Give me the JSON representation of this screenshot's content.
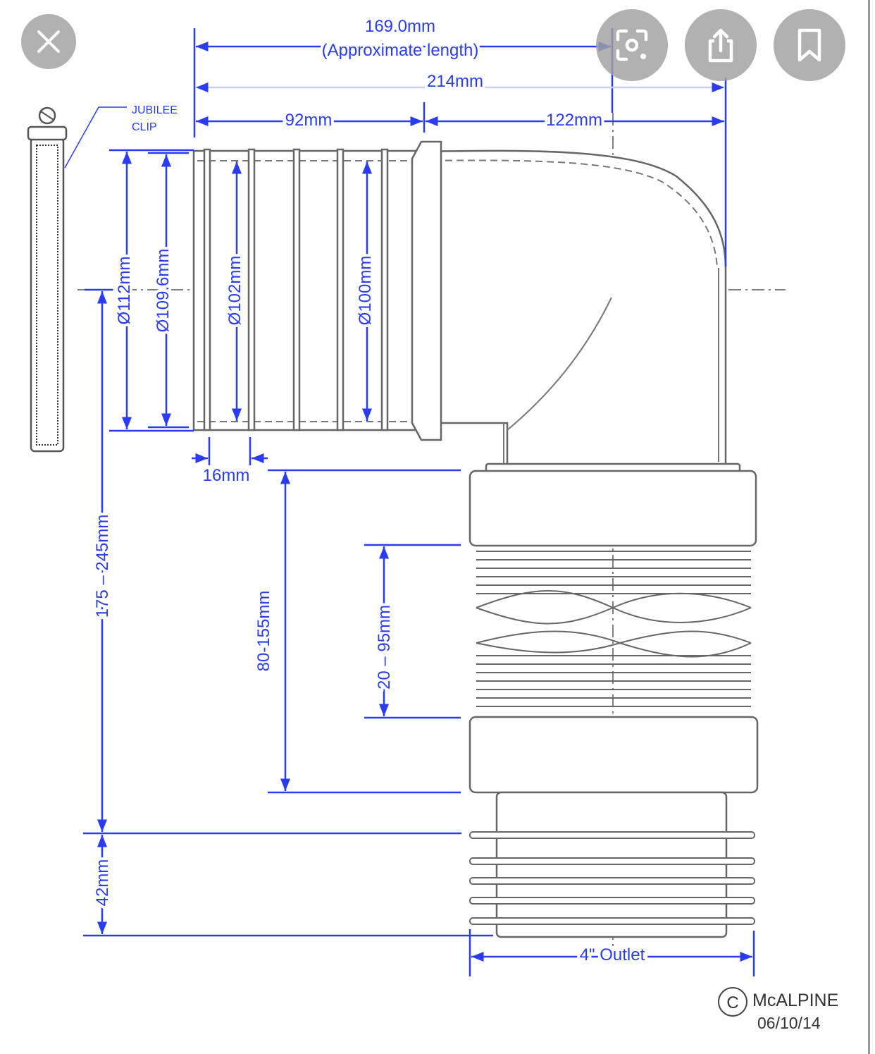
{
  "viewer": {
    "close_icon": "close-icon",
    "lens_icon": "lens-search-icon",
    "share_icon": "share-icon",
    "bookmark_icon": "bookmark-icon"
  },
  "drawing": {
    "colors": {
      "dimension": "#2a3cf2",
      "outline": "#666666"
    },
    "labels": {
      "length_approx_value": "169.0mm",
      "length_approx_note": "(Approximate length)",
      "overall_length": "214mm",
      "socket_length": "92mm",
      "bend_length": "122mm",
      "clip_line1": "JUBILEE",
      "clip_line2": "CLIP",
      "dia_112": "Ø112mm",
      "dia_109": "Ø109.6mm",
      "dia_102": "Ø102mm",
      "dia_100": "Ø100mm",
      "rib_pitch": "16mm",
      "height_range": "175 – 245mm",
      "telescopic_range": "80-155mm",
      "thread_range": "20 – 95mm",
      "spigot": "42mm",
      "outlet": "4\" Outlet"
    },
    "copyright": {
      "symbol": "C",
      "maker": "McALPINE",
      "date": "06/10/14"
    }
  }
}
